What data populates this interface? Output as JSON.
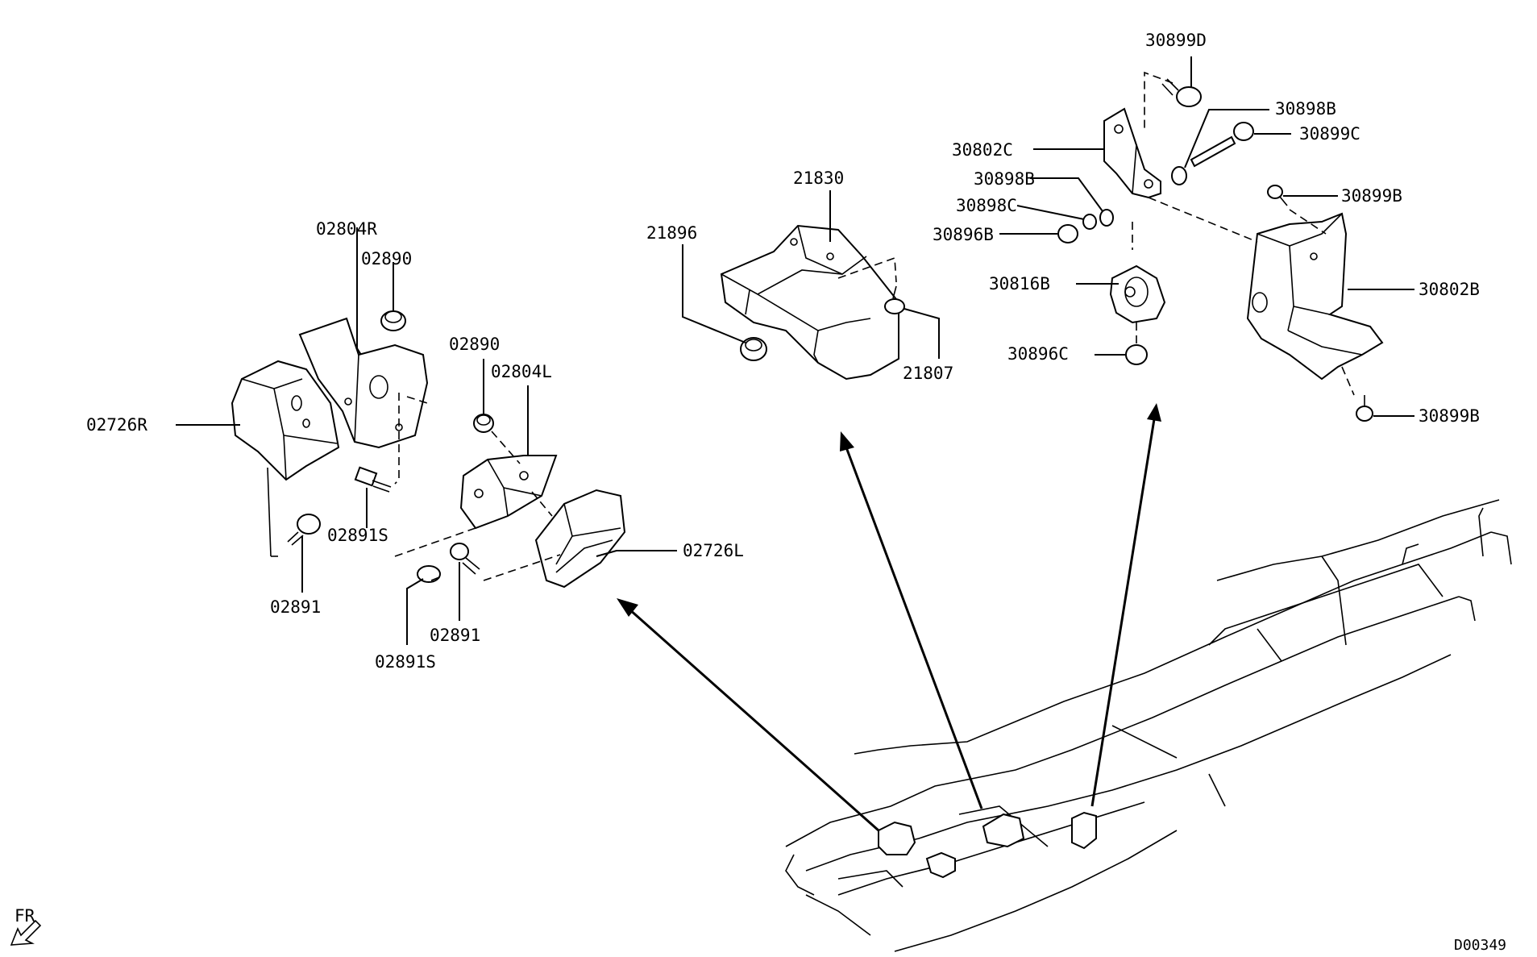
{
  "labels": {
    "p_02804R": "02804R",
    "p_02890_a": "02890",
    "p_02726R": "02726R",
    "p_02891S_a": "02891S",
    "p_02891_a": "02891",
    "p_02890_b": "02890",
    "p_02804L": "02804L",
    "p_02726L": "02726L",
    "p_02891_b": "02891",
    "p_02891S_b": "02891S",
    "p_21830": "21830",
    "p_21896": "21896",
    "p_21807": "21807",
    "p_30899D": "30899D",
    "p_30898B_a": "30898B",
    "p_30802C": "30802C",
    "p_30899C": "30899C",
    "p_30898B_b": "30898B",
    "p_30898C": "30898C",
    "p_30896B": "30896B",
    "p_30899B_a": "30899B",
    "p_30816B": "30816B",
    "p_30802B": "30802B",
    "p_30896C": "30896C",
    "p_30899B_b": "30899B"
  },
  "direction_label": "FR",
  "diagram_code": "D00349"
}
